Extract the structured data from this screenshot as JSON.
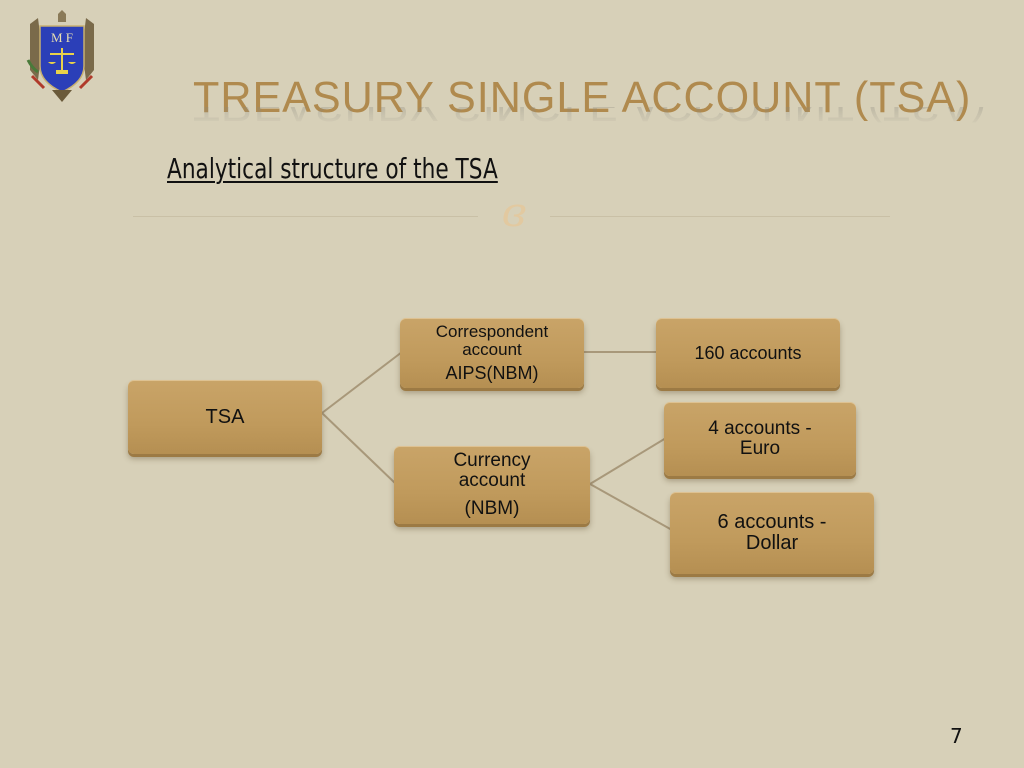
{
  "logo": {
    "initials": "M F",
    "icon": "coat-of-arms-icon"
  },
  "header": {
    "title": "TREASURY SINGLE ACCOUNT (TSA)",
    "subtitle": "Analytical structure of the TSA",
    "ornament": "ɞ"
  },
  "diagram": {
    "nodes": {
      "root": {
        "lines": [
          "TSA"
        ]
      },
      "correspondent": {
        "lines": [
          "Correspondent",
          "account",
          "AIPS(NBM)"
        ]
      },
      "currency": {
        "lines": [
          "Currency",
          "account",
          "(NBM)"
        ]
      },
      "accounts_160": {
        "lines": [
          "160 accounts"
        ]
      },
      "euro": {
        "lines": [
          "4 accounts -",
          "Euro"
        ]
      },
      "dollar": {
        "lines": [
          "6 accounts -",
          "Dollar"
        ]
      }
    },
    "edges": [
      [
        "root",
        "correspondent"
      ],
      [
        "root",
        "currency"
      ],
      [
        "correspondent",
        "accounts_160"
      ],
      [
        "currency",
        "euro"
      ],
      [
        "currency",
        "dollar"
      ]
    ],
    "colors": {
      "box": "#c09a5c",
      "line": "#a8987a",
      "title": "#b08a4e",
      "background": "#d7d0b8"
    }
  },
  "footer": {
    "page_number": "7"
  }
}
